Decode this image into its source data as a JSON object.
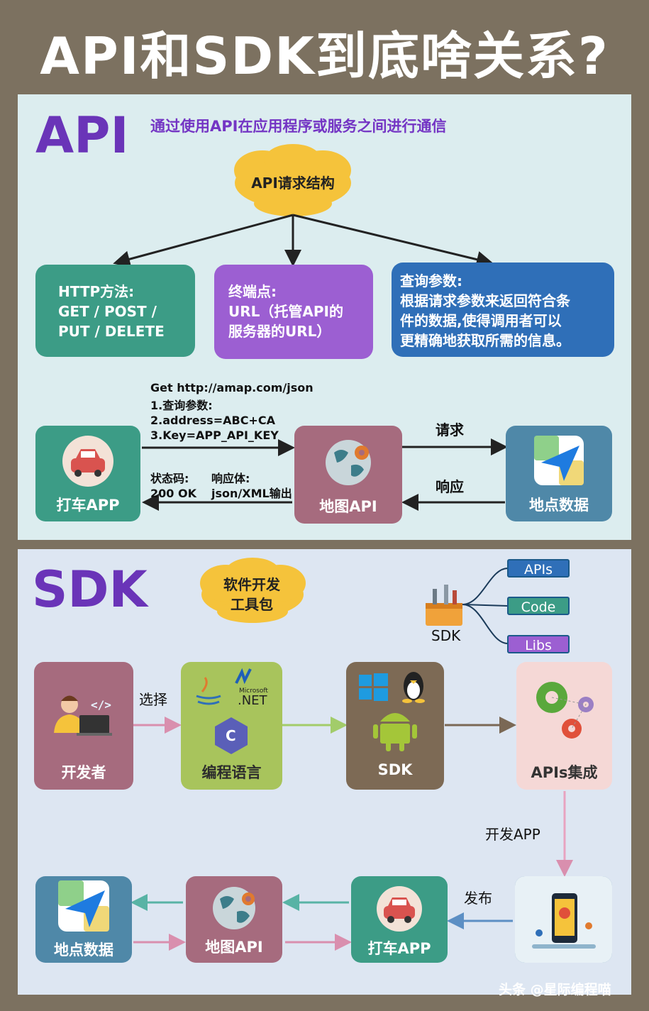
{
  "title": "API和SDK到底啥关系?",
  "api": {
    "heading": "API",
    "subtitle": "通过使用API在应用程序或服务之间进行通信",
    "cloud": "API请求结构",
    "box1": [
      "HTTP方法:",
      "GET / POST /",
      "PUT / DELETE"
    ],
    "box2": [
      "终端点:",
      "URL（托管API的",
      "服务器的URL）"
    ],
    "box3": [
      "查询参数:",
      "根据请求参数来返回符合条",
      "件的数据,使得调用者可以",
      "更精确地获取所需的信息。"
    ],
    "request_lines": [
      "Get http://amap.com/json",
      "1.查询参数:",
      "2.address=ABC+CA",
      "3.Key=APP_API_KEY"
    ],
    "status_label": "状态码:",
    "status_value": "200 OK",
    "body_label": "响应体:",
    "body_value": "json/XML输出",
    "tile_taxi": "打车APP",
    "tile_map": "地图API",
    "tile_data": "地点数据",
    "request_word": "请求",
    "response_word": "响应"
  },
  "sdk": {
    "heading": "SDK",
    "cloud": [
      "软件开发",
      "工具包"
    ],
    "toolbox_label": "SDK",
    "pills": [
      "APIs",
      "Code",
      "Libs"
    ],
    "net_label": ".NET",
    "ms_label": "Microsoft",
    "select_word": "选择",
    "tile_dev": "开发者",
    "tile_lang": "编程语言",
    "tile_sdk": "SDK",
    "tile_integrate": "APIs集成",
    "dev_app": "开发APP",
    "publish": "发布",
    "tile_data": "地点数据",
    "tile_map": "地图API",
    "tile_taxi": "打车APP"
  },
  "footer": "头条 @星际编程喵",
  "colors": {
    "teal": "#3c9c86",
    "purple": "#9c5fd2",
    "blue": "#2f6fb8",
    "mauve": "#a66b7e",
    "slate": "#4f88a8",
    "olive": "#a8c45c",
    "brown": "#7d6a55",
    "pink": "#f5d8d6"
  }
}
